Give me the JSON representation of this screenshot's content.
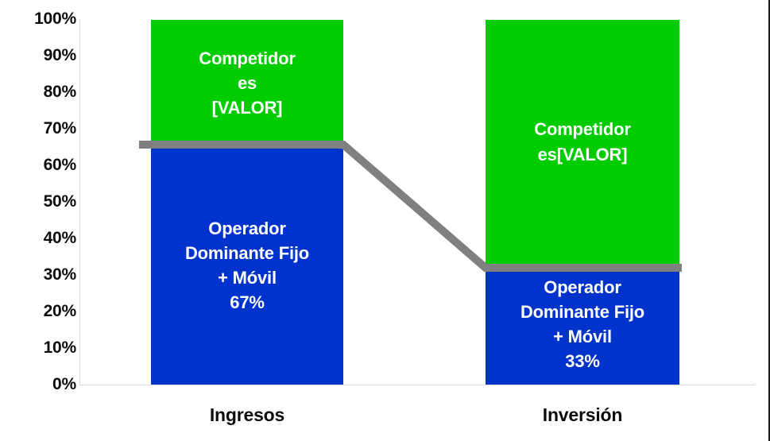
{
  "chart_data": {
    "type": "bar",
    "subtype": "stacked-100-percent",
    "title": "",
    "xlabel": "",
    "ylabel": "",
    "categories": [
      "Ingresos",
      "Inversión"
    ],
    "ylim": [
      0,
      100
    ],
    "y_ticks": [
      "0%",
      "10%",
      "20%",
      "30%",
      "40%",
      "50%",
      "60%",
      "70%",
      "80%",
      "90%",
      "100%"
    ],
    "y_tick_values": [
      0,
      10,
      20,
      30,
      40,
      50,
      60,
      70,
      80,
      90,
      100
    ],
    "grid": false,
    "legend": "none",
    "series": [
      {
        "name": "Operador Dominante Fijo + Móvil",
        "color": "#0033CC",
        "values": [
          67,
          33
        ],
        "data_labels": [
          "Operador\nDominante Fijo\n+ Móvil\n67%",
          "Operador\nDominante Fijo\n+ Móvil\n33%"
        ]
      },
      {
        "name": "Competidores",
        "color": "#00CC00",
        "values": [
          33,
          67
        ],
        "data_labels": [
          "Competidor\nes\n[VALOR]",
          "Competidor\nes[VALOR]"
        ]
      },
      {
        "name": "Connector",
        "color": "#808080",
        "type": "step-line",
        "values": [
          67,
          33
        ],
        "data_labels": [
          "",
          ""
        ]
      }
    ]
  },
  "axis": {
    "line_color": "#D9D9D9",
    "tick_label_color": "#0D0D0D"
  },
  "colors": {
    "competitors": "#00CC00",
    "dominant_operator": "#0033CC",
    "connector": "#808080",
    "background": "#FFFFFF",
    "label_text": "#FFFFFF"
  }
}
